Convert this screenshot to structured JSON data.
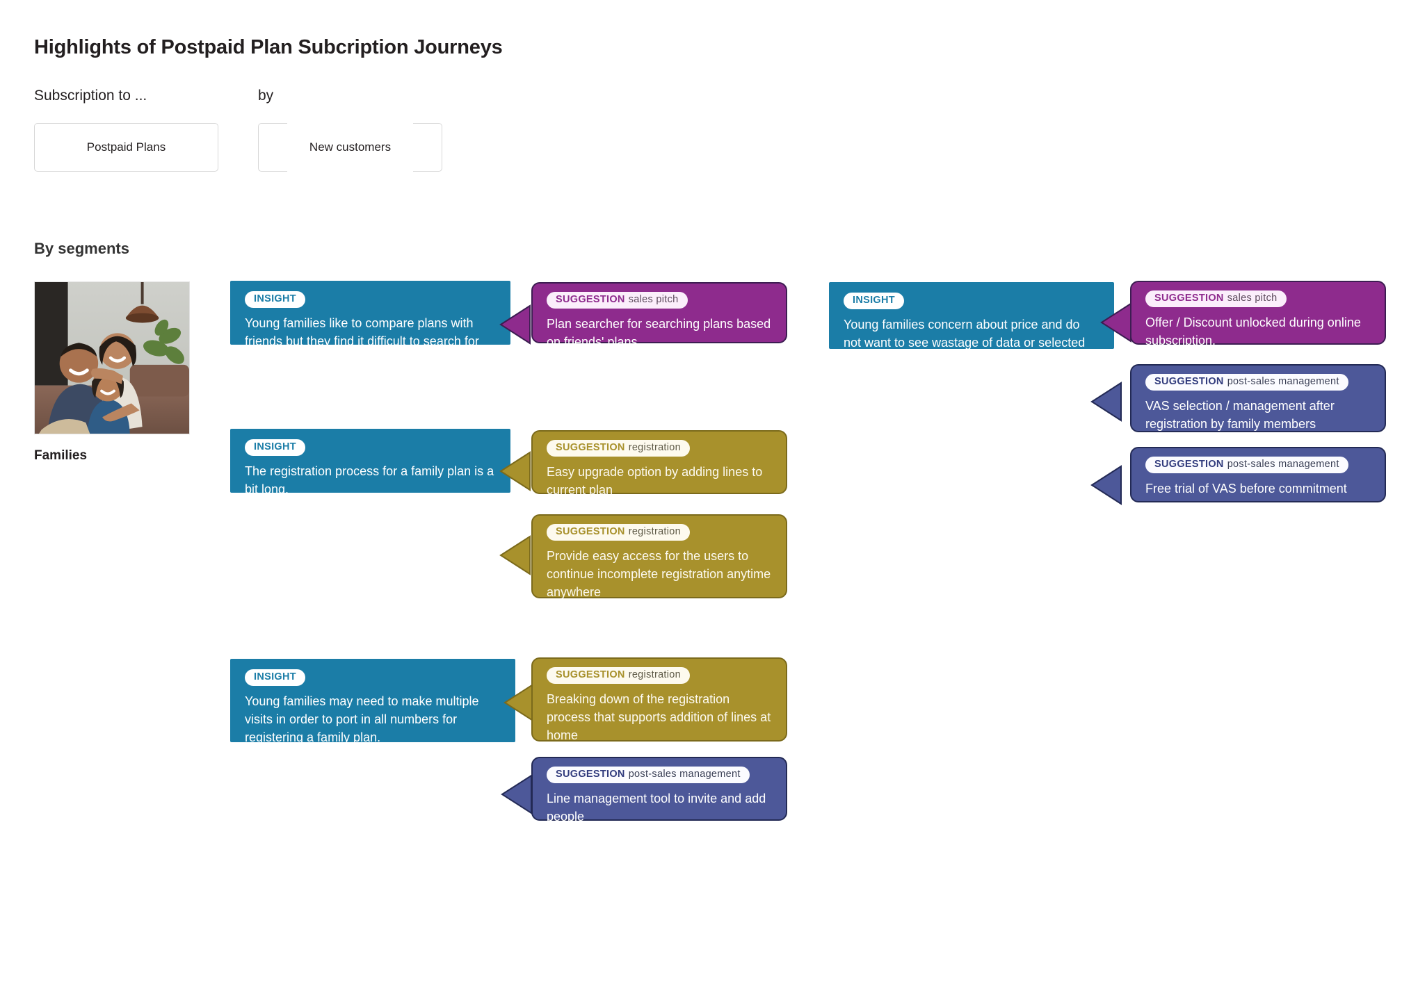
{
  "header": {
    "title": "Highlights of Postpaid Plan Subcription Journeys",
    "filters": [
      {
        "label": "Subscription to ...",
        "value": "Postpaid Plans",
        "style": "solid"
      },
      {
        "label": "by",
        "value": "New customers",
        "style": "bracket"
      }
    ]
  },
  "segments_section": {
    "heading": "By segments",
    "segment": {
      "name": "Families",
      "photo_alt": "family-photo"
    }
  },
  "labels": {
    "insight": "INSIGHT",
    "suggestion": "SUGGESTION"
  },
  "colors": {
    "insight": "#1b7da7",
    "sales_pitch": "#8e2b8d",
    "registration": "#a8912c",
    "post_sales": "#4d5899",
    "page_background": "#ffffff",
    "title": "#231f20"
  },
  "columns": [
    {
      "id": "column-left",
      "groups": [
        {
          "insight": "Young families like to compare plans with friends but they find it difficult to search for their friends' plans.",
          "suggestions": [
            {
              "category": "sales pitch",
              "type": "pitch",
              "text": "Plan searcher for searching plans based on friends' plans"
            }
          ]
        },
        {
          "insight": "The registration process for a family plan is a bit long.",
          "suggestions": [
            {
              "category": "registration",
              "type": "reg",
              "text": "Easy upgrade option by adding lines to current plan"
            },
            {
              "category": "registration",
              "type": "reg",
              "text": "Provide easy access for the users to continue incomplete registration anytime anywhere"
            }
          ]
        },
        {
          "insight": "Young families may need to make multiple visits in order to port in all numbers for registering a family plan.",
          "suggestions": [
            {
              "category": "registration",
              "type": "reg",
              "text": "Breaking down of the registration process that supports addition of lines at home"
            },
            {
              "category": "post-sales management",
              "type": "post",
              "text": "Line management tool to invite and add people"
            }
          ]
        }
      ]
    },
    {
      "id": "column-right",
      "groups": [
        {
          "insight": "Young families concern about price and do not want to see wastage of data or selected VAS.",
          "suggestions": [
            {
              "category": "sales pitch",
              "type": "pitch",
              "text": "Offer / Discount unlocked during online subscription."
            },
            {
              "category": "post-sales management",
              "type": "post",
              "text": "VAS selection / management after registration by family members"
            },
            {
              "category": "post-sales management",
              "type": "post",
              "text": "Free trial of VAS before commitment"
            }
          ]
        }
      ]
    }
  ]
}
